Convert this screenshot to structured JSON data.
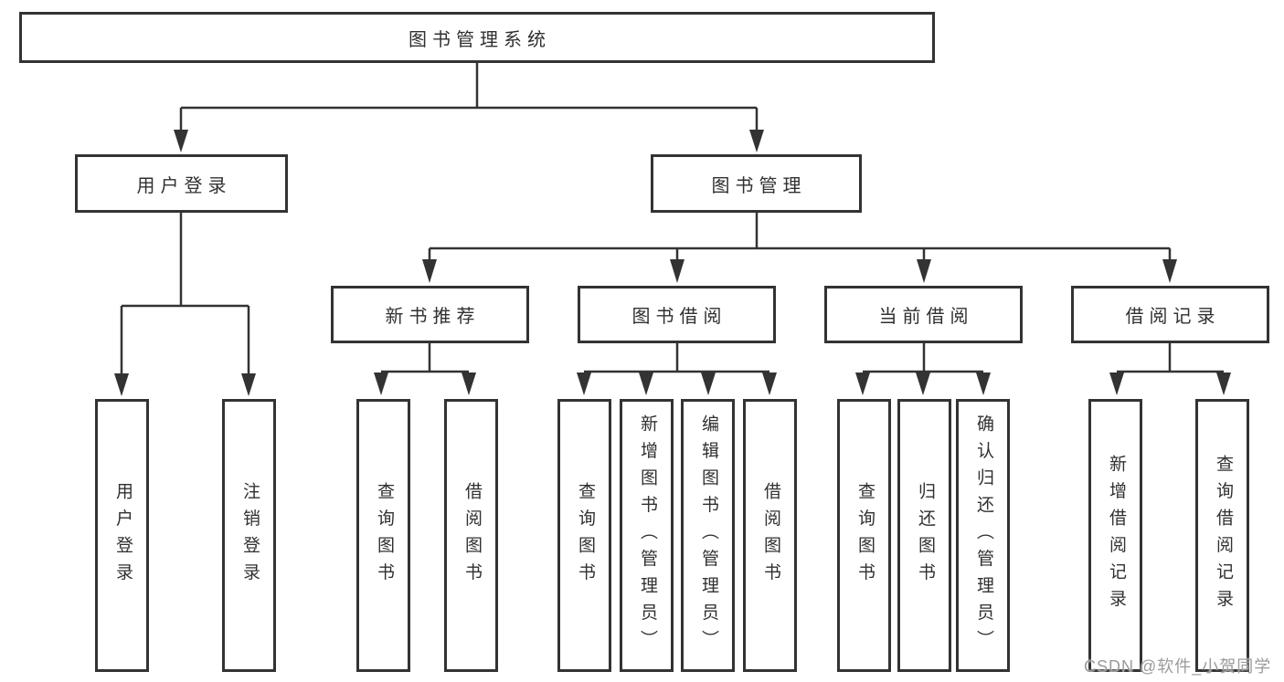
{
  "tree": {
    "root": {
      "label": "图书管理系统",
      "children": [
        {
          "label": "用户登录",
          "children": [
            {
              "label": "用户登录"
            },
            {
              "label": "注销登录"
            }
          ]
        },
        {
          "label": "图书管理",
          "children": [
            {
              "label": "新书推荐",
              "children": [
                {
                  "label": "查询图书"
                },
                {
                  "label": "借阅图书"
                }
              ]
            },
            {
              "label": "图书借阅",
              "children": [
                {
                  "label": "查询图书"
                },
                {
                  "label": "新增图书（管理员）"
                },
                {
                  "label": "编辑图书（管理员）"
                },
                {
                  "label": "借阅图书"
                }
              ]
            },
            {
              "label": "当前借阅",
              "children": [
                {
                  "label": "查询图书"
                },
                {
                  "label": "归还图书"
                },
                {
                  "label": "确认归还（管理员）"
                }
              ]
            },
            {
              "label": "借阅记录",
              "children": [
                {
                  "label": "新增借阅记录"
                },
                {
                  "label": "查询借阅记录"
                }
              ]
            }
          ]
        }
      ]
    }
  },
  "watermark": "CSDN @软件_小贺同学",
  "colors": {
    "line": "#333333",
    "box_border": "#333333",
    "text": "#303030",
    "watermark": "#9b9b9b",
    "background": "#ffffff"
  }
}
